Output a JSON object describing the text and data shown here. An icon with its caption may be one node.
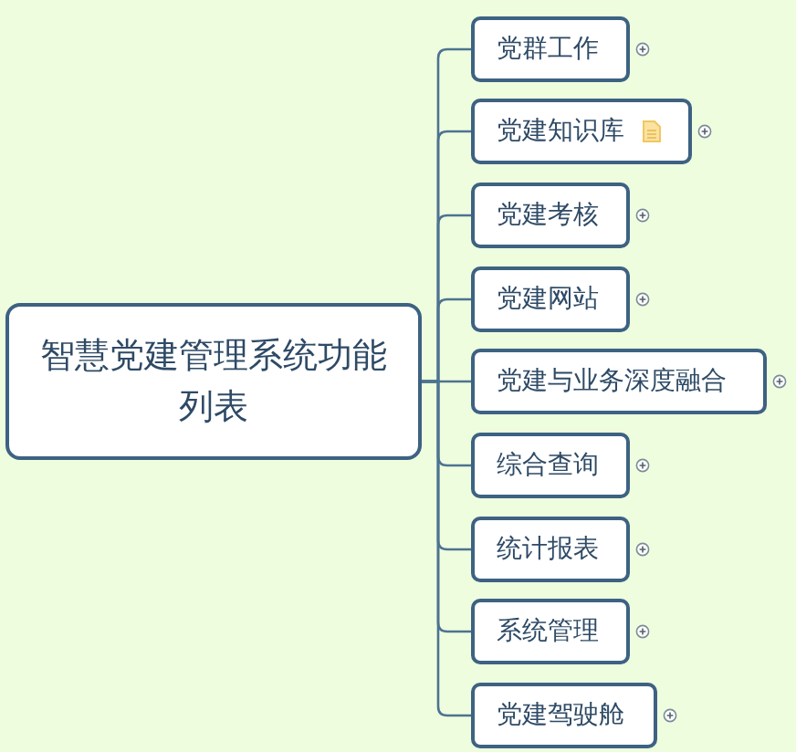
{
  "diagram": {
    "nodes": [
      {
        "text": [
          "智慧党建管理系统功能列表"
        ]
      },
      {
        "text": [
          "党群工作"
        ]
      },
      {
        "text": [
          "党建知识库"
        ]
      },
      {
        "text": [
          "党建考核"
        ]
      },
      {
        "text": [
          "党建网站"
        ]
      },
      {
        "text": [
          "党建与业务深度融合"
        ]
      },
      {
        "text": [
          "综合查询"
        ]
      },
      {
        "text": [
          "统计报表"
        ]
      },
      {
        "text": [
          "系统管理"
        ]
      },
      {
        "text": [
          "党建驾驶舱"
        ]
      }
    ],
    "edges": [
      {
        "from": 0,
        "to": 1,
        "arrow": "none"
      },
      {
        "from": 0,
        "to": 2,
        "arrow": "none"
      },
      {
        "from": 0,
        "to": 3,
        "arrow": "none"
      },
      {
        "from": 0,
        "to": 4,
        "arrow": "none"
      },
      {
        "from": 0,
        "to": 5,
        "arrow": "none"
      },
      {
        "from": 0,
        "to": 6,
        "arrow": "none"
      },
      {
        "from": 0,
        "to": 7,
        "arrow": "none"
      },
      {
        "from": 0,
        "to": 8,
        "arrow": "none"
      },
      {
        "from": 0,
        "to": 9,
        "arrow": "none"
      }
    ]
  }
}
